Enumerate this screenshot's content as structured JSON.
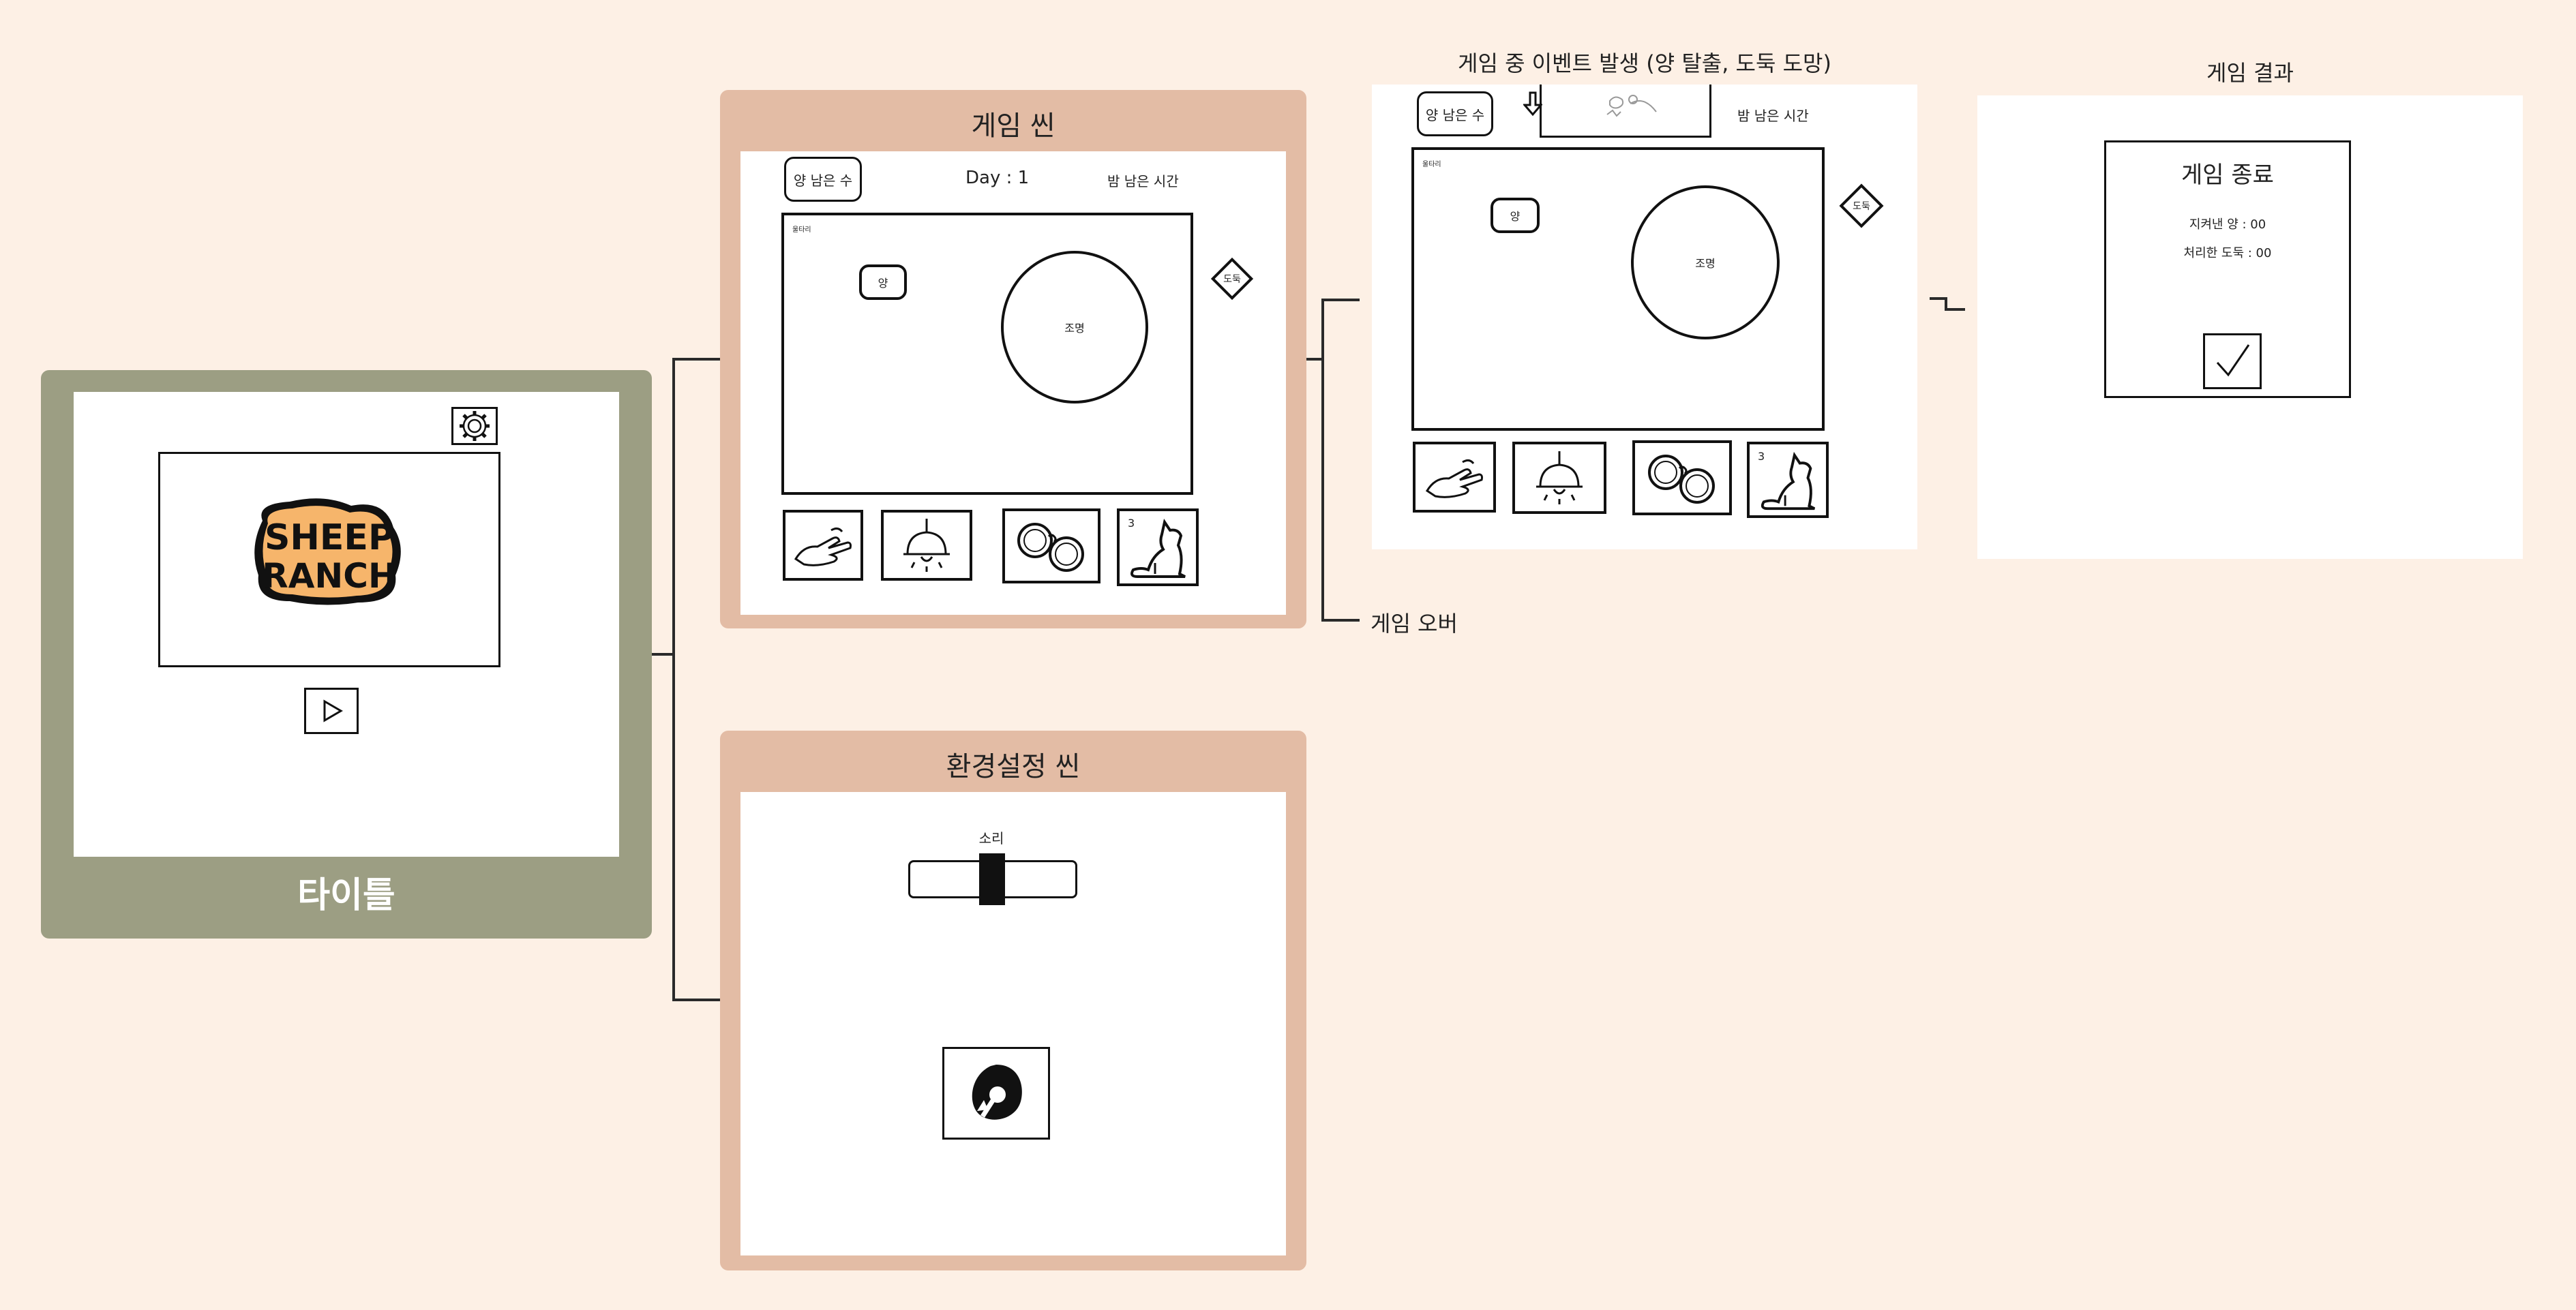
{
  "title_scene": {
    "label": "타이틀",
    "logo_text_line1": "SHEEP",
    "logo_text_line2": "RANCH"
  },
  "game_scene": {
    "heading": "게임 씬",
    "sheep_left_button": "양 남은 수",
    "day_label": "Day : 1",
    "night_time_label": "밤 남은 시간",
    "fence_label": "울타리",
    "sheep_label": "양",
    "light_label": "조명",
    "thief_label": "도둑",
    "dog_count": "3"
  },
  "settings_scene": {
    "heading": "환경설정 씬",
    "sound_label": "소리"
  },
  "event_scene": {
    "heading": "게임 중 이벤트 발생 (양 탈출, 도둑 도망)",
    "sheep_left_button": "양 남은 수",
    "night_time_label": "밤 남은 시간",
    "fence_label": "울타리",
    "sheep_label": "양",
    "light_label": "조명",
    "thief_label": "도둑",
    "dog_count": "3"
  },
  "game_over_label": "게임 오버",
  "result_scene": {
    "heading": "게임 결과",
    "title": "게임 종료",
    "saved_sheep": "지켜낸 양 : 00",
    "caught_thief": "처리한 도둑 : 00"
  },
  "colors": {
    "background": "#fdf0e5",
    "title_frame": "#9c9e83",
    "scene_frame": "#e3bca5",
    "logo_fill": "#f6b56b"
  }
}
